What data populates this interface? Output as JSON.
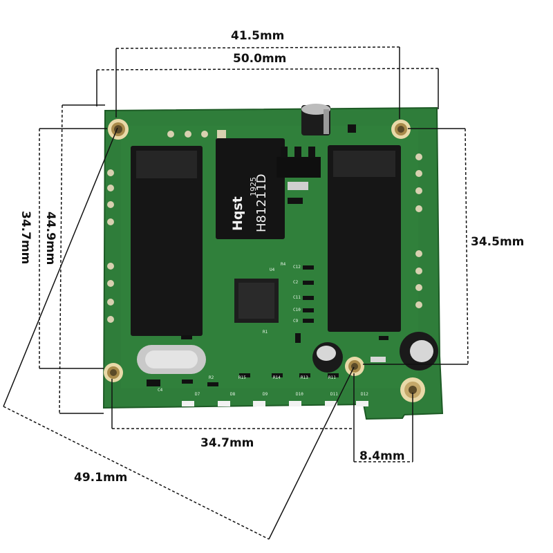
{
  "dimensions": {
    "top_inner": "41.5mm",
    "top_outer": "50.0mm",
    "left_outer": "34.7mm",
    "left_inner": "44.9mm",
    "right": "34.5mm",
    "bottom": "34.7mm",
    "bottom_right": "8.4mm",
    "diagonal": "49.1mm"
  },
  "board": {
    "transformer_brand": "Hqst",
    "transformer_year": "1925",
    "transformer_part": "H81211D",
    "colors": {
      "pcb": "#2f7d3a",
      "pcb_dark": "#1f5e28",
      "component_black": "#161616",
      "silkscreen": "#e8f5e8"
    }
  },
  "silkscreen": {
    "leds": [
      "D7",
      "D8",
      "D9",
      "D10",
      "D11",
      "D12"
    ],
    "resistors": [
      "R2",
      "R15",
      "R14",
      "R13",
      "R11"
    ],
    "caps": [
      "C12",
      "C2",
      "C11",
      "C10",
      "C9",
      "C4"
    ],
    "misc": [
      "R4",
      "R1",
      "U4"
    ]
  }
}
